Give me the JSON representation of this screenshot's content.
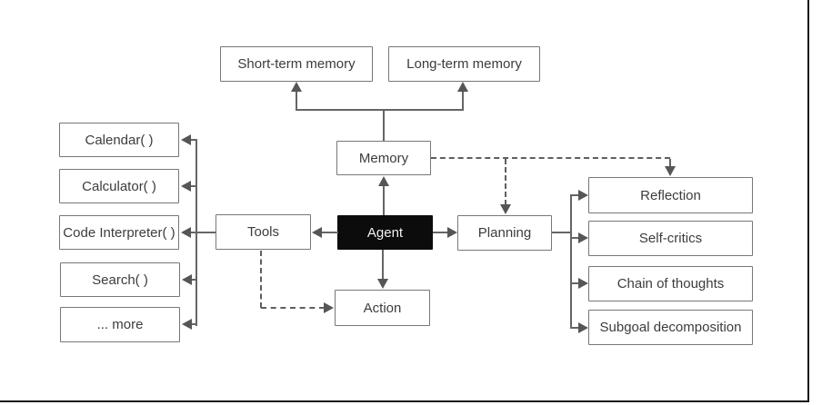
{
  "diagram": {
    "nodes": {
      "short_term_memory": {
        "label": "Short-term memory"
      },
      "long_term_memory": {
        "label": "Long-term memory"
      },
      "memory": {
        "label": "Memory"
      },
      "agent": {
        "label": "Agent"
      },
      "tools": {
        "label": "Tools"
      },
      "planning": {
        "label": "Planning"
      },
      "action": {
        "label": "Action"
      },
      "calendar": {
        "label": "Calendar( )"
      },
      "calculator": {
        "label": "Calculator( )"
      },
      "code_interpreter": {
        "label": "Code Interpreter( )"
      },
      "search": {
        "label": "Search( )"
      },
      "more": {
        "label": "... more"
      },
      "reflection": {
        "label": "Reflection"
      },
      "self_critics": {
        "label": "Self-critics"
      },
      "chain_of_thoughts": {
        "label": "Chain of thoughts"
      },
      "subgoal_decomposition": {
        "label": "Subgoal decomposition"
      }
    },
    "colors": {
      "background": "#ffffff",
      "node_border": "#777777",
      "node_text": "#3c3c3c",
      "agent_background": "#0c0c0c",
      "agent_text": "#f2f2f2",
      "connector": "#5f5f5f",
      "frame": "#161616"
    }
  }
}
